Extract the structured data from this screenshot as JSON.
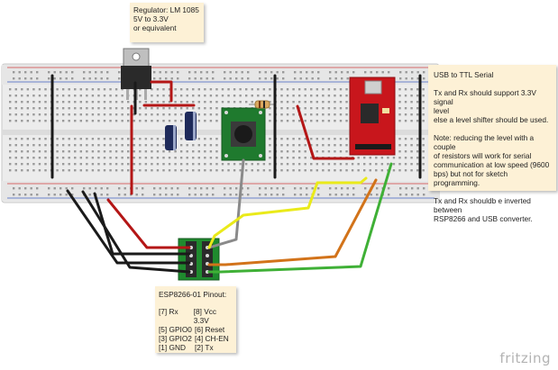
{
  "notes": {
    "regulator": {
      "lines": [
        "Regulator: LM 1085",
        "5V to 3.3V",
        "or equivalent"
      ]
    },
    "usb_serial": {
      "paragraphs": [
        "USB to TTL Serial",
        "Tx and Rx should support 3.3V signal\nlevel\nelse a level shifter should be used.",
        "Note: reducing the level with a couple\nof resistors will work for serial\ncommunication at low speed (9600\nbps) but not for sketch programming.",
        "Tx and Rx shouldb e inverted between\nRSP8266 and USB converter."
      ]
    },
    "pinout": {
      "title": "ESP8266-01 Pinout:",
      "rows": [
        [
          "[7] Rx",
          "[8] Vcc 3.3V"
        ],
        [
          "[5] GPIO0",
          "[6] Reset"
        ],
        [
          "[3] GPIO2",
          "[4] CH-EN"
        ],
        [
          "[1] GND",
          "[2] Tx"
        ]
      ]
    }
  },
  "brand": "fritzing",
  "colors": {
    "note_bg": "#fdf1d6",
    "breadboard": "#eeeeee",
    "wire_red": "#b41616",
    "wire_black": "#1a1a1a",
    "wire_yellow": "#eaea1a",
    "wire_orange": "#d2731a",
    "wire_green": "#3fb036",
    "wire_gray": "#8a8a8a",
    "ftdi_board": "#c8161c",
    "esp_board": "#1f8a2e"
  }
}
